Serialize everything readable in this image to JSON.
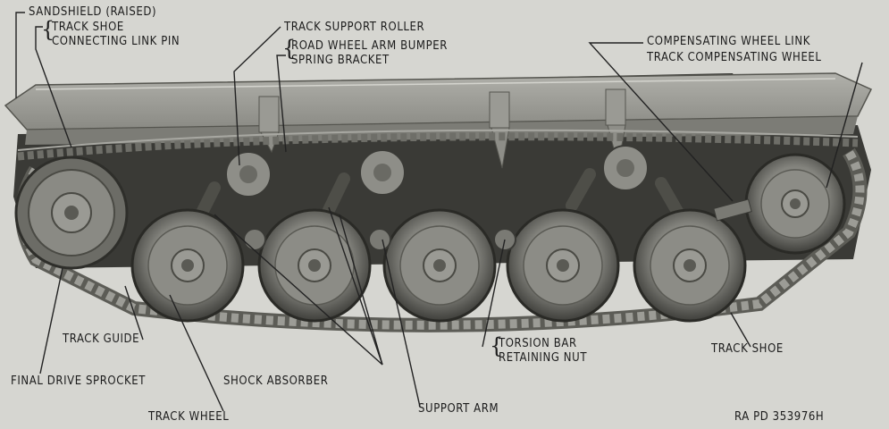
{
  "labels": {
    "sandshield": "SANDSHIELD (RAISED)",
    "track_shoe_top": "TRACK SHOE",
    "connecting_link_pin": "CONNECTING LINK PIN",
    "track_support_roller": "TRACK SUPPORT ROLLER",
    "road_wheel_arm_bumper": "ROAD WHEEL ARM BUMPER",
    "spring_bracket": "SPRING BRACKET",
    "compensating_wheel_link": "COMPENSATING WHEEL LINK",
    "track_compensating_wheel": "TRACK COMPENSATING WHEEL",
    "track_guide": "TRACK GUIDE",
    "final_drive_sprocket": "FINAL DRIVE SPROCKET",
    "shock_absorber": "SHOCK ABSORBER",
    "track_wheel": "TRACK WHEEL",
    "support_arm": "SUPPORT ARM",
    "torsion_bar": "TORSION BAR",
    "retaining_nut": "RETAINING NUT",
    "track_shoe_bottom": "TRACK SHOE",
    "figure_id": "RA PD 353976H"
  }
}
